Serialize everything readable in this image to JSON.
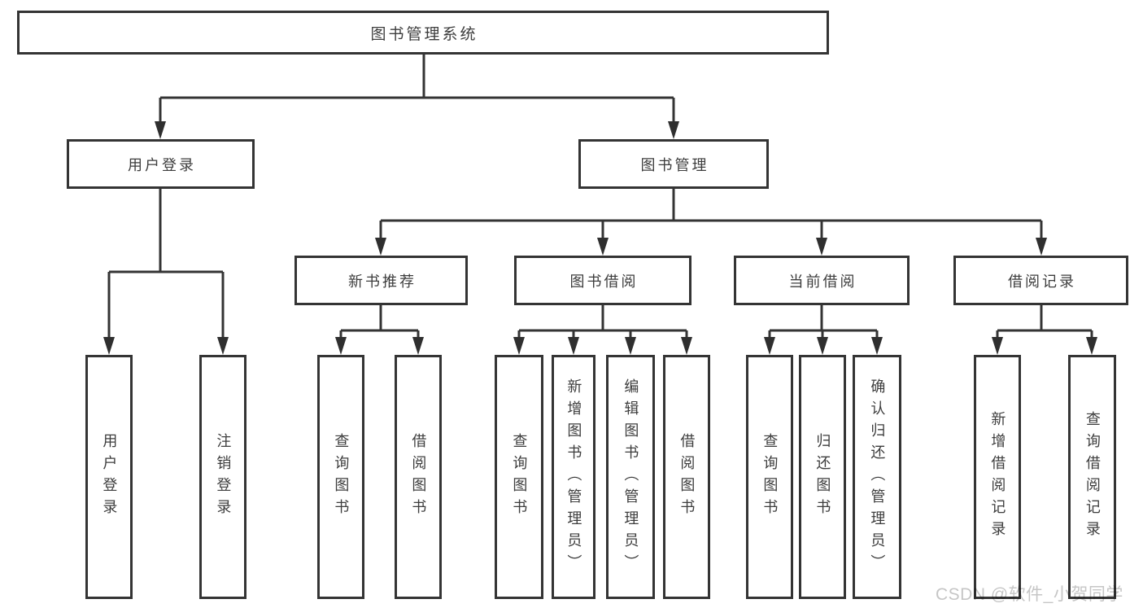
{
  "diagram": {
    "type": "tree",
    "root": {
      "label": "图书管理系统"
    },
    "branches": [
      {
        "label": "用户登录",
        "children": [
          {
            "label": "用户登录"
          },
          {
            "label": "注销登录"
          }
        ]
      },
      {
        "label": "图书管理",
        "children": [
          {
            "label": "新书推荐",
            "children": [
              {
                "label": "查询图书"
              },
              {
                "label": "借阅图书"
              }
            ]
          },
          {
            "label": "图书借阅",
            "children": [
              {
                "label": "查询图书"
              },
              {
                "label": "新增图书（管理员）"
              },
              {
                "label": "编辑图书（管理员）"
              },
              {
                "label": "借阅图书"
              }
            ]
          },
          {
            "label": "当前借阅",
            "children": [
              {
                "label": "查询图书"
              },
              {
                "label": "归还图书"
              },
              {
                "label": "确认归还（管理员）"
              }
            ]
          },
          {
            "label": "借阅记录",
            "children": [
              {
                "label": "新增借阅记录"
              },
              {
                "label": "查询借阅记录"
              }
            ]
          }
        ]
      }
    ]
  },
  "watermark": {
    "text": "CSDN @软件_小贺同学"
  },
  "colors": {
    "line": "#343434",
    "arrow": "#2f2f2f",
    "node_border": "#343434",
    "node_text": "#3d3d3d",
    "background": "#ffffff",
    "watermark": "#c6c6c6"
  }
}
